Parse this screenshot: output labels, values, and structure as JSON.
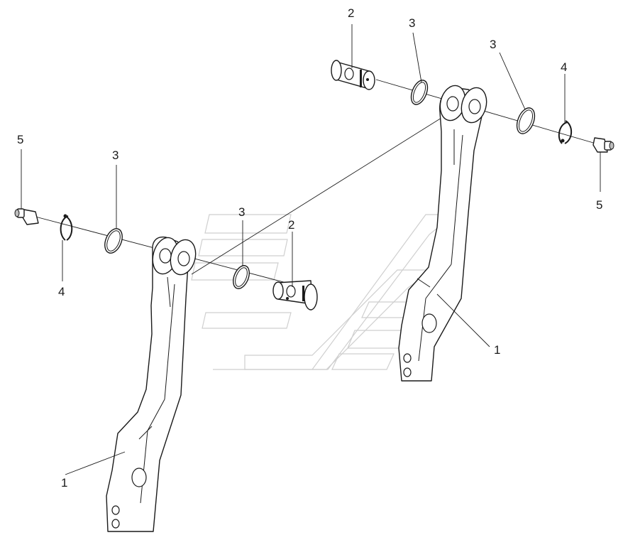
{
  "callouts": {
    "c1": "1",
    "c2": "2",
    "c3": "3",
    "c4": "4",
    "c5": "5"
  },
  "part_numbers": [
    "1",
    "2",
    "3",
    "4",
    "5"
  ],
  "colors": {
    "line": "#1a1a1a",
    "background": "#ffffff",
    "watermark": "#cfcfcf"
  }
}
